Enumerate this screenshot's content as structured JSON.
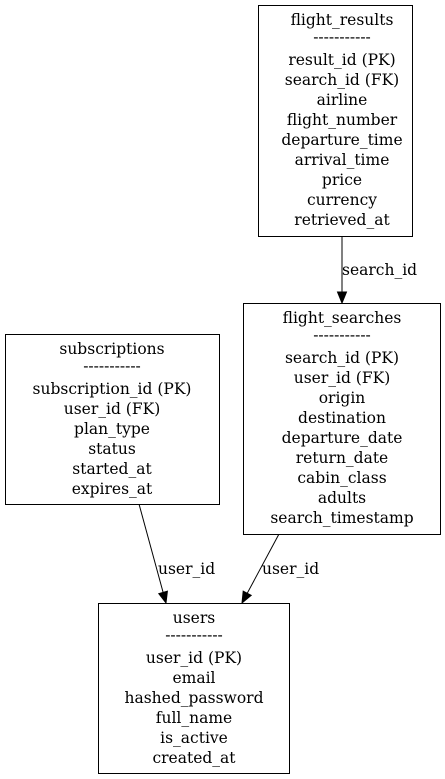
{
  "diagram": {
    "nodes": [
      {
        "id": "flight_results",
        "title": "flight_results",
        "separator": "-----------",
        "fields": [
          "result_id (PK)",
          "search_id (FK)",
          "airline",
          "flight_number",
          "departure_time",
          "arrival_time",
          "price",
          "currency",
          "retrieved_at"
        ]
      },
      {
        "id": "flight_searches",
        "title": "flight_searches",
        "separator": "-----------",
        "fields": [
          "search_id (PK)",
          "user_id (FK)",
          "origin",
          "destination",
          "departure_date",
          "return_date",
          "cabin_class",
          "adults",
          "search_timestamp"
        ]
      },
      {
        "id": "subscriptions",
        "title": "subscriptions",
        "separator": "-----------",
        "fields": [
          "subscription_id (PK)",
          "user_id (FK)",
          "plan_type",
          "status",
          "started_at",
          "expires_at"
        ]
      },
      {
        "id": "users",
        "title": "users",
        "separator": "-----------",
        "fields": [
          "user_id (PK)",
          "email",
          "hashed_password",
          "full_name",
          "is_active",
          "created_at"
        ]
      }
    ],
    "edges": [
      {
        "id": "results-to-searches",
        "from": "flight_results",
        "to": "flight_searches",
        "label": "search_id"
      },
      {
        "id": "subscriptions-to-users",
        "from": "subscriptions",
        "to": "users",
        "label": "user_id"
      },
      {
        "id": "searches-to-users",
        "from": "flight_searches",
        "to": "users",
        "label": "user_id"
      }
    ]
  }
}
